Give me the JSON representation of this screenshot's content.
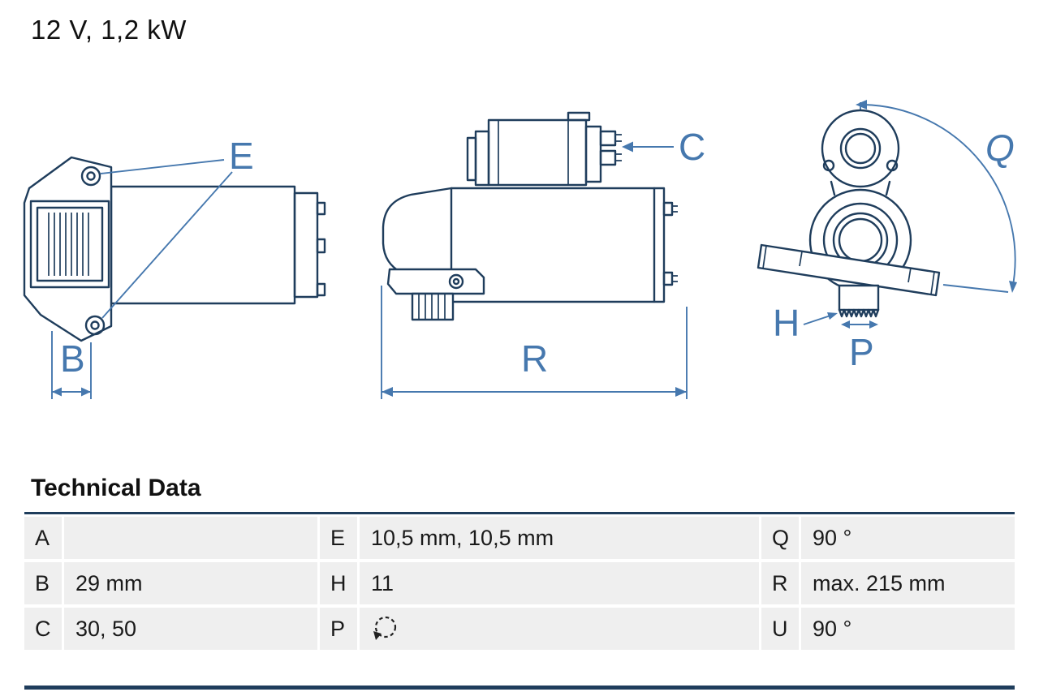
{
  "title": "12 V, 1,2 kW",
  "colors": {
    "line": "#1f3d5c",
    "dimension": "#4678ae",
    "row_bg": "#efefef",
    "rule": "#1f3d5c",
    "text": "#1a1a1a"
  },
  "diagram": {
    "labels": {
      "B": "B",
      "C": "C",
      "E": "E",
      "H": "H",
      "P": "P",
      "Q": "Q",
      "R": "R"
    }
  },
  "technical_data": {
    "heading": "Technical Data",
    "rows": [
      {
        "cells": [
          {
            "key": "A",
            "value": ""
          },
          {
            "key": "E",
            "value": "10,5 mm, 10,5 mm"
          },
          {
            "key": "Q",
            "value": "90 °"
          }
        ]
      },
      {
        "cells": [
          {
            "key": "B",
            "value": "29 mm"
          },
          {
            "key": "H",
            "value": "11"
          },
          {
            "key": "R",
            "value": "max. 215 mm"
          }
        ]
      },
      {
        "cells": [
          {
            "key": "C",
            "value": "30, 50"
          },
          {
            "key": "P",
            "value": "",
            "icon": "rotation-ccw-icon"
          },
          {
            "key": "U",
            "value": "90 °"
          }
        ]
      }
    ]
  },
  "icons": {
    "p_rotation": "rotation-ccw-icon"
  }
}
